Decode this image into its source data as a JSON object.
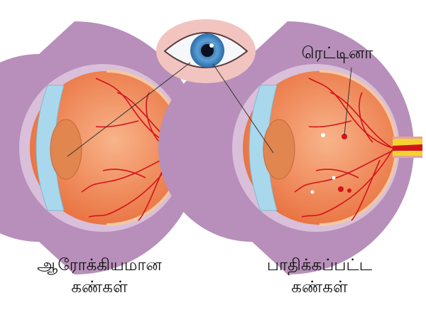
{
  "labels": {
    "retina": "ரெட்டினா",
    "healthy_line1": "ஆரோக்கியமான",
    "healthy_line2": "கண்கள்",
    "damaged_line1": "பாதிக்கப்பட்ட",
    "damaged_line2": "கண்கள்"
  },
  "colors": {
    "retina": "#f08a5a",
    "vessel": "#d4141a",
    "cornea": "#a9d8ec",
    "sclera": "#c9a6c9",
    "eye_bg": "#f1c4c0"
  }
}
